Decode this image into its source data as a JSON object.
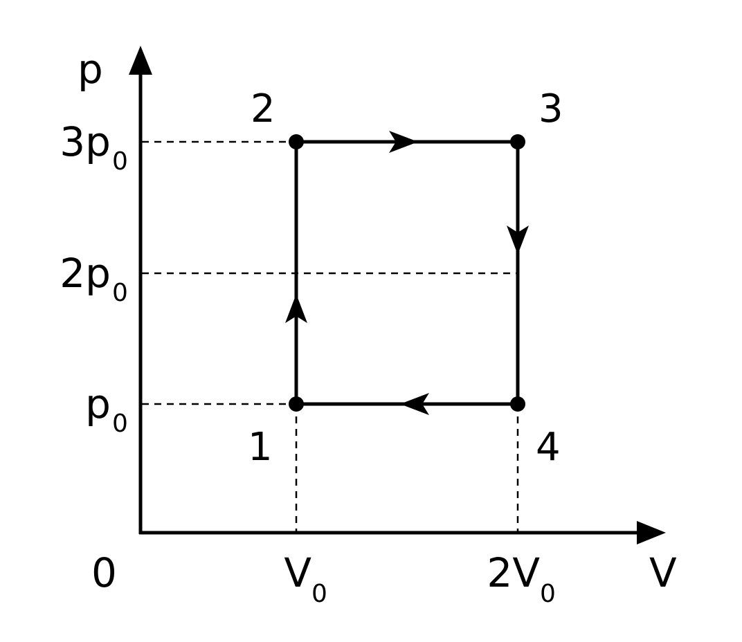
{
  "axes": {
    "y_label": "p",
    "x_label": "V",
    "origin_label": "0"
  },
  "ticks": {
    "y": [
      {
        "coef": "3",
        "sym": "p",
        "sub": "0",
        "value": 3
      },
      {
        "coef": "2",
        "sym": "p",
        "sub": "0",
        "value": 2
      },
      {
        "coef": "",
        "sym": "p",
        "sub": "0",
        "value": 1
      }
    ],
    "x": [
      {
        "coef": "",
        "sym": "V",
        "sub": "0",
        "value": 1
      },
      {
        "coef": "2",
        "sym": "V",
        "sub": "0",
        "value": 2
      }
    ]
  },
  "states": [
    {
      "label": "1",
      "V": 1,
      "p": 1
    },
    {
      "label": "2",
      "V": 1,
      "p": 3
    },
    {
      "label": "3",
      "V": 2,
      "p": 3
    },
    {
      "label": "4",
      "V": 2,
      "p": 1
    }
  ],
  "cycle_order": [
    "1",
    "2",
    "3",
    "4",
    "1"
  ],
  "colors": {
    "line": "#000000",
    "background": "#ffffff"
  }
}
